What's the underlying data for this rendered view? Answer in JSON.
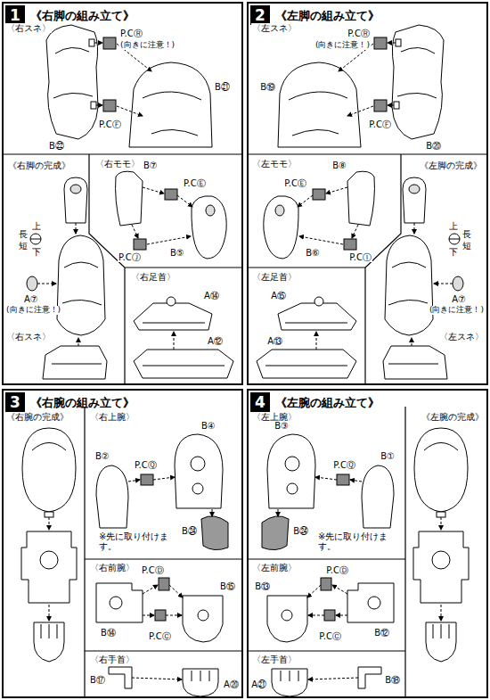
{
  "diagram": {
    "nodes": [
      {
        "text": [
          "《右脚の組み立て》"
        ]
      },
      {
        "text": [
          "1"
        ],
        "in": 0
      },
      {
        "text": [
          "《左脚の組み立て》"
        ]
      },
      {
        "text": [
          "2"
        ],
        "in": 2
      },
      {
        "text": [
          "《右腕の組み立て》"
        ]
      },
      {
        "text": [
          "3"
        ],
        "in": 4
      },
      {
        "text": [
          "《左腕の組み立て》"
        ]
      },
      {
        "text": [
          "4"
        ],
        "in": 6
      }
    ],
    "labels": [
      "〈右スネ〉",
      "P.CⓇ",
      "(向きに注意！)",
      "B㉒",
      "B㉑",
      "P.CⒻ",
      "《右脚の完成》",
      "〈右モモ〉",
      "B⑦",
      "P.CⒺ",
      "P.CⒿ",
      "B⑤",
      "上",
      "長",
      "短",
      "下",
      "A⑦",
      "(向きに注意！)",
      "〈右スネ〉",
      "〈右足首〉",
      "A⑭",
      "A⑫",
      "〈左スネ〉",
      "P.CⓇ",
      "(向きに注意！)",
      "B⑳",
      "B⑲",
      "P.CⒻ",
      "《左脚の完成》",
      "〈左モモ〉",
      "B⑧",
      "P.CⒺ",
      "P.CⒾ",
      "B⑥",
      "上",
      "長",
      "短",
      "下",
      "A⑦",
      "(向きに注意！)",
      "〈左スネ〉",
      "〈左足首〉",
      "A⑮",
      "A⑬",
      "《右腕の完成》",
      "〈右上腕〉",
      "B④",
      "B②",
      "P.CⓆ",
      "B㉔",
      "※先に取り付けます。",
      "〈右前腕〉",
      "P.CⒹ",
      "B⑮",
      "B⑭",
      "P.CⒸ",
      "〈右手首〉",
      "B⑰",
      "A⑳",
      "《左腕の完成》",
      "〈左上腕〉",
      "B③",
      "B①",
      "P.CⓆ",
      "B㉔",
      "※先に取り付けます。",
      "〈左前腕〉",
      "P.CⒹ",
      "B⑬",
      "B⑫",
      "P.CⒸ",
      "〈左手首〉",
      "B⑱",
      "A㉑"
    ]
  }
}
